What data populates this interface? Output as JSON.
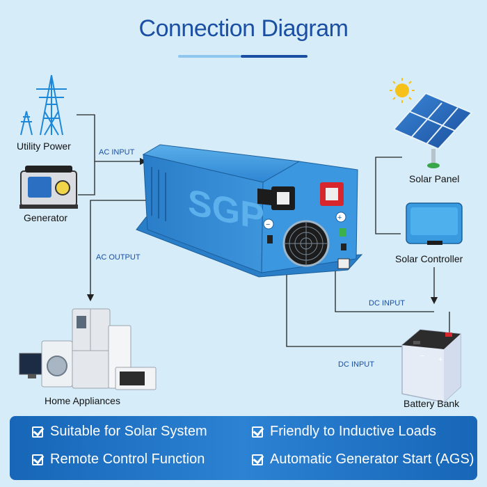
{
  "header": {
    "title": "Connection Diagram"
  },
  "sources": {
    "utility_power": "Utility Power",
    "generator": "Generator"
  },
  "solar": {
    "panel": "Solar Panel",
    "controller": "Solar Controller"
  },
  "loads": {
    "home_appliances": "Home Appliances"
  },
  "storage": {
    "battery_bank": "Battery Bank"
  },
  "wires": {
    "ac_input": "AC INPUT",
    "ac_output": "AC OUTPUT",
    "dc_input_controller": "DC INPUT",
    "dc_input_battery": "DC INPUT"
  },
  "inverter": {
    "brand": "SGP"
  },
  "features": [
    "Suitable for Solar System",
    "Friendly to Inductive Loads",
    "Remote Control Function",
    "Automatic Generator Start (AGS)"
  ],
  "colors": {
    "background": "#d6ecf8",
    "title": "#1a4fa3",
    "accent_blue": "#1766b8",
    "inverter_body": "#2e86d4",
    "wire": "#222222",
    "wire_label": "#1a4fa3",
    "positive_terminal": "#d8262d",
    "negative_terminal": "#222222"
  },
  "icons": {
    "utility_power": "power-tower-icon",
    "generator": "generator-icon",
    "solar_panel": "solar-panel-icon",
    "solar_controller": "charge-controller-icon",
    "home_appliances": "appliances-icon",
    "battery": "battery-icon",
    "feature_check": "checkbox-checked-icon"
  }
}
